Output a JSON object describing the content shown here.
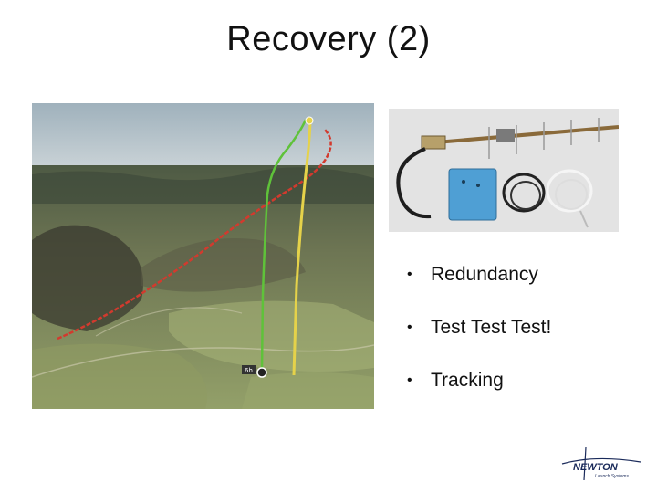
{
  "slide": {
    "title": "Recovery (2)",
    "bullets": [
      {
        "label": "Redundancy"
      },
      {
        "label": "Test Test Test!"
      },
      {
        "label": "Tracking"
      }
    ]
  },
  "map_photo": {
    "start_label": "6h",
    "track_colors": {
      "ascent": "#5fc23a",
      "descent": "#e5d24a",
      "drift": "#d23a2e"
    }
  },
  "logo": {
    "name": "NEWTON",
    "tagline": "Launch Systems"
  },
  "colors": {
    "title_text": "#111111",
    "body_text": "#111111",
    "background": "#ffffff"
  }
}
